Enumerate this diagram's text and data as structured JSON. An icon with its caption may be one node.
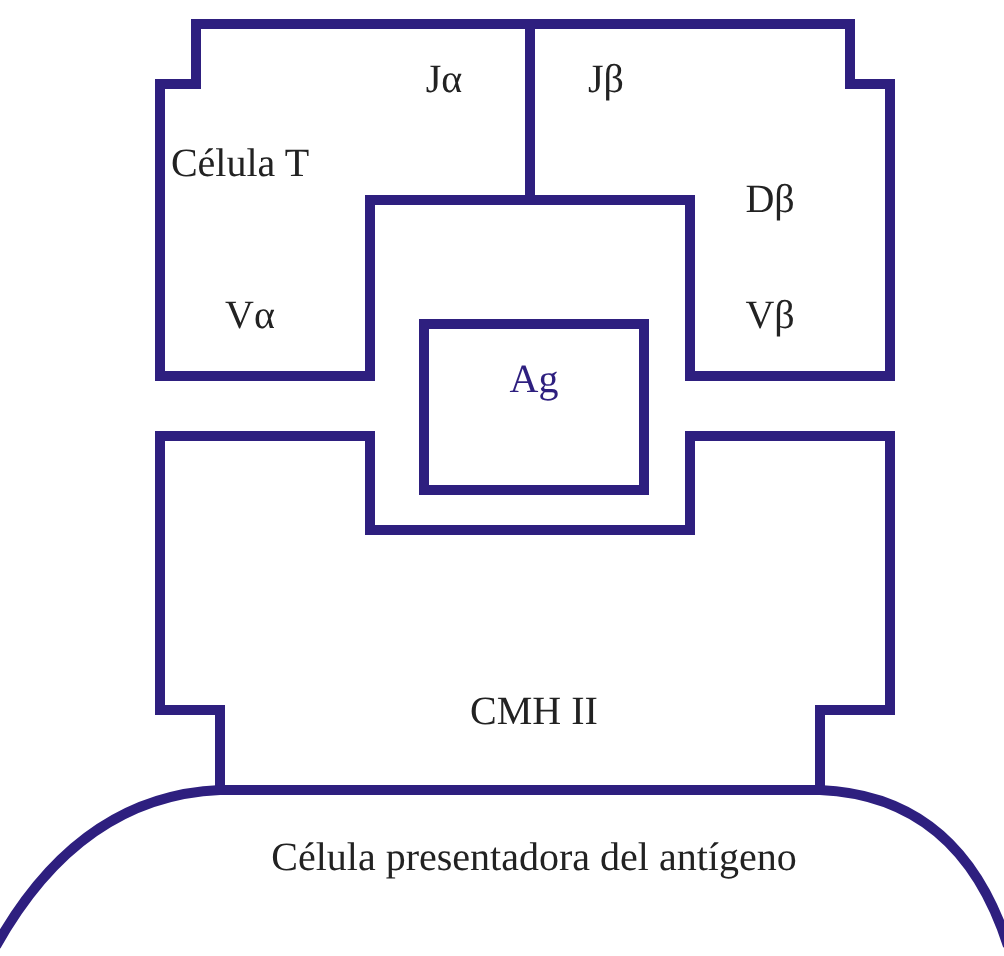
{
  "diagram": {
    "nodes": [
      {
        "text": [
          "Célula T",
          "Jα",
          "Vα"
        ]
      },
      {
        "text": [
          "Jβ",
          "Dβ",
          "Vβ"
        ]
      },
      {
        "text": [
          "Ag"
        ]
      },
      {
        "text": [
          "CMH II"
        ]
      },
      {
        "text": [
          "Célula presentadora del antígeno"
        ]
      }
    ]
  }
}
